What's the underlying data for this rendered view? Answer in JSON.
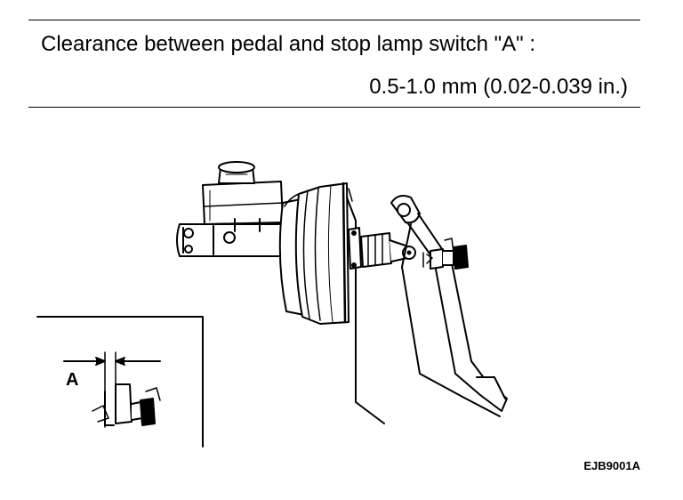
{
  "spec": {
    "label": "Clearance between pedal and stop lamp switch \"A\" :",
    "value": "0.5-1.0 mm (0.02-0.039 in.)"
  },
  "inset": {
    "callout": "A"
  },
  "figure_code": "EJB9001A",
  "colors": {
    "ink": "#000000",
    "paper": "#ffffff"
  }
}
